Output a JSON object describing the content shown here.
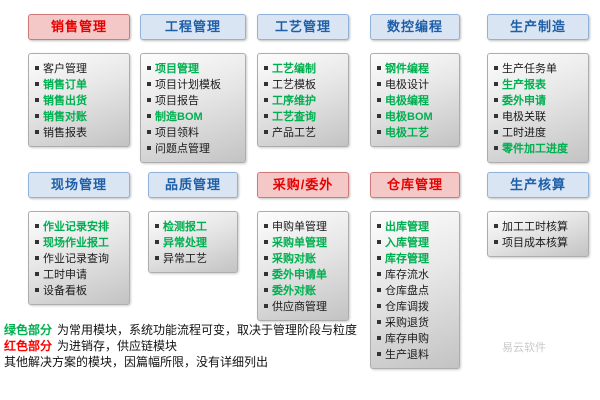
{
  "legend": {
    "line1": {
      "highlight": "绿色部分",
      "rest": "为常用模块，系统功能流程可变，取决于管理阶段与粒度"
    },
    "line2": {
      "highlight": "红色部分",
      "rest": "为进销存，供应链模块"
    },
    "line3": "其他解决方案的模块，因篇幅所限，没有详细列出",
    "watermark": "易云软件"
  },
  "colors": {
    "module_highlight_green": "#00b050",
    "red_header_text": "#e60000",
    "red_header_bg": "#f5c8c8",
    "blue_header_text": "#1f5fa8",
    "blue_header_bg": "#dae5f3"
  },
  "groups": [
    {
      "id": "sales",
      "title": "销售管理",
      "style": "red",
      "items": [
        {
          "label": "客户管理",
          "green": false
        },
        {
          "label": "销售订单",
          "green": true
        },
        {
          "label": "销售出货",
          "green": true
        },
        {
          "label": "销售对账",
          "green": true
        },
        {
          "label": "销售报表",
          "green": false
        }
      ]
    },
    {
      "id": "engineering",
      "title": "工程管理",
      "style": "blue",
      "items": [
        {
          "label": "项目管理",
          "green": true
        },
        {
          "label": "项目计划模板",
          "green": false
        },
        {
          "label": "项目报告",
          "green": false
        },
        {
          "label": "制造BOM",
          "green": true
        },
        {
          "label": "项目领料",
          "green": false
        },
        {
          "label": "问题点管理",
          "green": false
        }
      ]
    },
    {
      "id": "process",
      "title": "工艺管理",
      "style": "blue",
      "items": [
        {
          "label": "工艺编制",
          "green": true
        },
        {
          "label": "工艺模板",
          "green": false
        },
        {
          "label": "工序维护",
          "green": true
        },
        {
          "label": "工艺查询",
          "green": true
        },
        {
          "label": "产品工艺",
          "green": false
        }
      ]
    },
    {
      "id": "nc-programming",
      "title": "数控编程",
      "style": "blue",
      "items": [
        {
          "label": "钢件编程",
          "green": true
        },
        {
          "label": "电极设计",
          "green": false
        },
        {
          "label": "电极编程",
          "green": true
        },
        {
          "label": "电极BOM",
          "green": true
        },
        {
          "label": "电极工艺",
          "green": true
        }
      ]
    },
    {
      "id": "production",
      "title": "生产制造",
      "style": "blue",
      "items": [
        {
          "label": "生产任务单",
          "green": false
        },
        {
          "label": "生产报表",
          "green": true
        },
        {
          "label": "委外申请",
          "green": true
        },
        {
          "label": "电极关联",
          "green": false
        },
        {
          "label": "工时进度",
          "green": false
        },
        {
          "label": "零件加工进度",
          "green": true
        }
      ]
    },
    {
      "id": "shopfloor",
      "title": "现场管理",
      "style": "blue",
      "items": [
        {
          "label": "作业记录安排",
          "green": true
        },
        {
          "label": "现场作业报工",
          "green": true
        },
        {
          "label": "作业记录查询",
          "green": false
        },
        {
          "label": "工时申请",
          "green": false
        },
        {
          "label": "设备看板",
          "green": false
        }
      ]
    },
    {
      "id": "quality",
      "title": "品质管理",
      "style": "blue",
      "items": [
        {
          "label": "检测报工",
          "green": true
        },
        {
          "label": "异常处理",
          "green": true
        },
        {
          "label": "异常工艺",
          "green": false
        }
      ]
    },
    {
      "id": "purchasing-outsourcing",
      "title": "采购/委外",
      "style": "red",
      "items": [
        {
          "label": "申购单管理",
          "green": false
        },
        {
          "label": "采购单管理",
          "green": true
        },
        {
          "label": "采购对账",
          "green": true
        },
        {
          "label": "委外申请单",
          "green": true
        },
        {
          "label": "委外对账",
          "green": true
        },
        {
          "label": "供应商管理",
          "green": false
        }
      ]
    },
    {
      "id": "warehouse",
      "title": "仓库管理",
      "style": "red",
      "items": [
        {
          "label": "出库管理",
          "green": true
        },
        {
          "label": "入库管理",
          "green": true
        },
        {
          "label": "库存管理",
          "green": true
        },
        {
          "label": "库存流水",
          "green": false
        },
        {
          "label": "仓库盘点",
          "green": false
        },
        {
          "label": "仓库调拨",
          "green": false
        },
        {
          "label": "采购退货",
          "green": false
        },
        {
          "label": "库存申购",
          "green": false
        },
        {
          "label": "生产退料",
          "green": false
        }
      ]
    },
    {
      "id": "costing",
      "title": "生产核算",
      "style": "blue",
      "items": [
        {
          "label": "加工工时核算",
          "green": false
        },
        {
          "label": "项目成本核算",
          "green": false
        }
      ]
    }
  ]
}
